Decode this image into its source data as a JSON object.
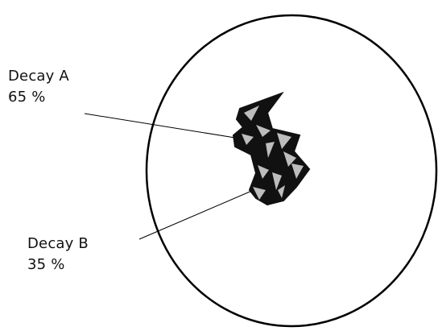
{
  "labels": [
    {
      "name": "Decay A",
      "value": "65 %"
    },
    {
      "name": "Decay B",
      "value": "35 %"
    }
  ],
  "colors": {
    "background": "#ffffff",
    "outline": "#000000",
    "fragment_dark": "#111111",
    "fragment_light": "#bdbdbd",
    "text": "#111111"
  }
}
